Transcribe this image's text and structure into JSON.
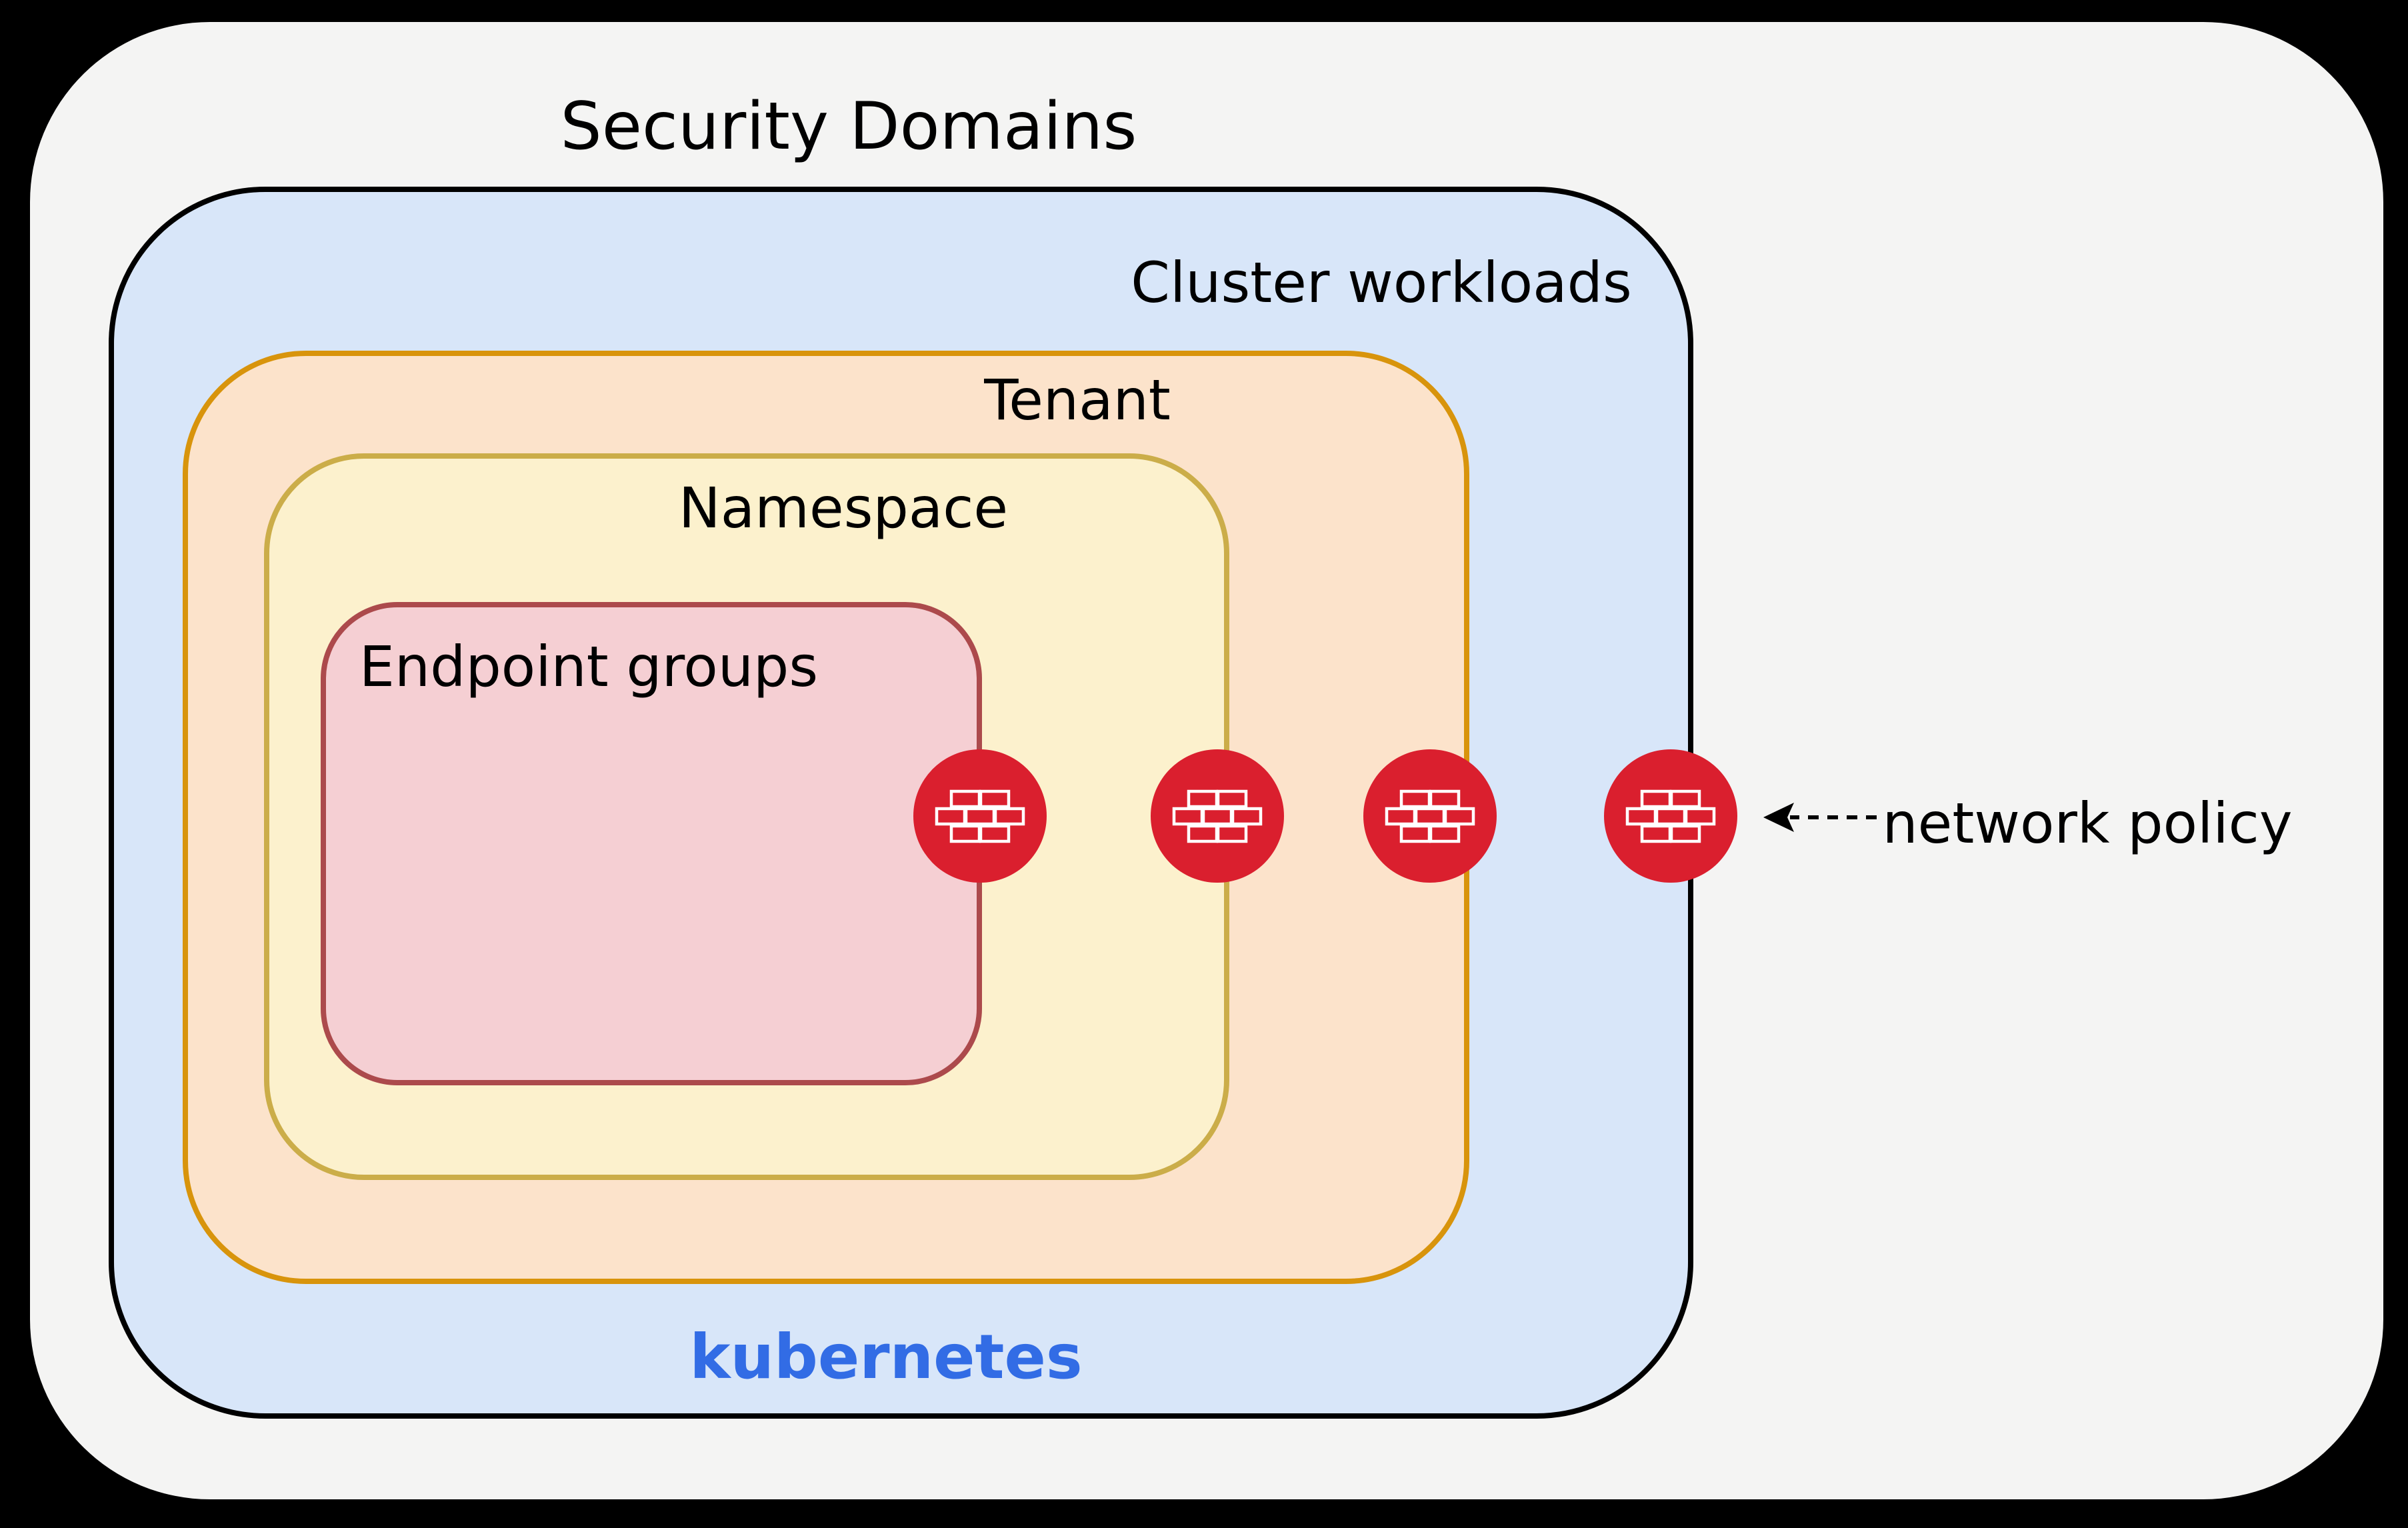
{
  "title": "Security Domains",
  "background": "#000000",
  "panel_fill": "#F4F4F3",
  "diagram": {
    "cluster": {
      "label": "Cluster workloads",
      "wordmark": "kubernetes",
      "wordmark_color": "#326CE5",
      "fill": "#D8E6F9",
      "border": "#000000"
    },
    "tenant": {
      "label": "Tenant",
      "fill": "#FCE3CB",
      "border": "#D8940C"
    },
    "namespace": {
      "label": "Namespace",
      "fill": "#FCF1CD",
      "border": "#CBAD49"
    },
    "endpoint_groups": {
      "label": "Endpoint groups",
      "fill": "#F5CFD3",
      "border": "#AC4A4C"
    }
  },
  "firewalls": {
    "icon": "firewall-brick-icon",
    "color": "#DA1F2E",
    "count": 4,
    "placed_on": [
      "endpoint-groups-boundary",
      "namespace-boundary",
      "tenant-boundary",
      "cluster-boundary"
    ]
  },
  "annotation": {
    "label": "network policy"
  }
}
